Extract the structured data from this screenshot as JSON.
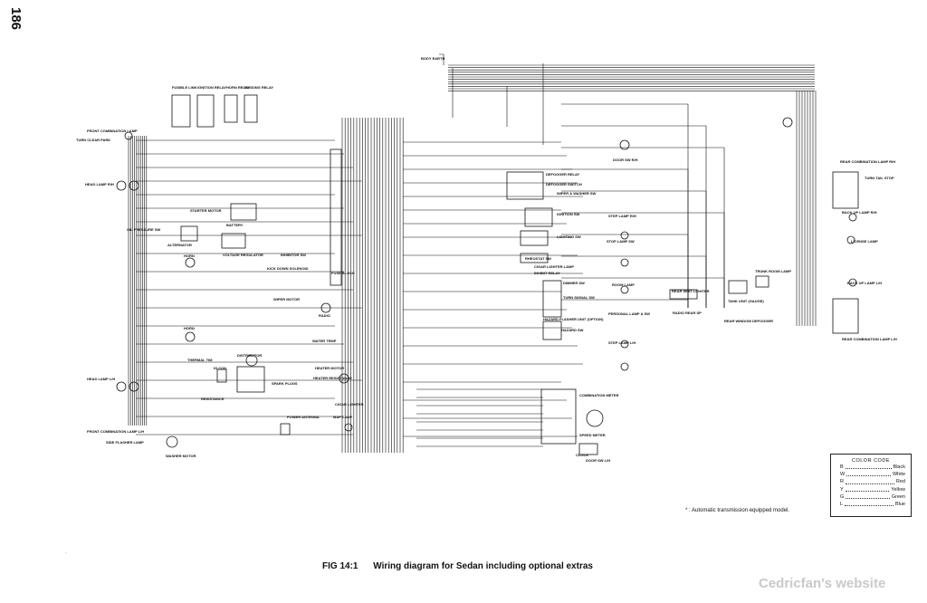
{
  "page_number": "186",
  "caption": {
    "figure": "FIG 14:1",
    "title": "Wiring diagram for Sedan including optional extras"
  },
  "footnote": "* : Automatic transmission equipped model.",
  "color_code": {
    "title": "COLOR CODE",
    "entries": [
      {
        "code": "B",
        "color": "Black"
      },
      {
        "code": "W",
        "color": "White"
      },
      {
        "code": "R",
        "color": "Red"
      },
      {
        "code": "Y",
        "color": "Yellow"
      },
      {
        "code": "G",
        "color": "Green"
      },
      {
        "code": "L",
        "color": "Blue"
      }
    ]
  },
  "watermark": "Cedricfan's website",
  "component_labels": {
    "front_combination_lamp": "FRONT COMBINATION LAMP",
    "turn_clear_park": "TURN CLEAR PARK",
    "head_lamp_rh": "HEAD LAMP R/H",
    "fusible_link": "FUSIBLE LINK",
    "ignition_relay": "IGNITION RELAY",
    "horn_relay": "HORN RELAY",
    "passing_relay": "PASSING RELAY",
    "battery": "BATTERY",
    "alternator": "ALTERNATOR",
    "voltage_regulator": "VOLTAGE REGULATOR",
    "inhibitor_sw": "INHIBITOR SW",
    "kick_down_solenoid": "KICK DOWN SOLENOID",
    "horn_top": "HORN",
    "horn_bottom": "HORN",
    "thermal_tim": "THERMAL TIM",
    "distributor": "DISTRIBUTOR",
    "ig_coil": "IG COIL",
    "spark_plugs": "SPARK PLUGS",
    "resistance": "RESISTANCE",
    "head_lamp_lh": "HEAD LAMP L/H",
    "front_combination_lamp_lh": "FRONT COMBINATION LAMP L/H",
    "side_flasher_lamp": "SIDE FLASHER LAMP",
    "washer_motor": "WASHER MOTOR",
    "fuse_block": "FUSE BLOCK",
    "defogger_relay": "DEFOGGER RELAY",
    "defogger_switch": "DEFOGGER SWITCH",
    "wiper_and_washer_sw": "WIPER & WASHER SW",
    "ignition_sw": "IGNITION SW",
    "lighting_sw": "LIGHTING SW",
    "rheostat_sw": "RHEOSTAT SW",
    "cigar_lighter_lamp": "CIGAR LIGHTER LAMP",
    "inhibit_relay": "INHIBIT RELAY",
    "dimmer_sw": "DIMMER SW",
    "turn_signal_sw": "TURN SIGNAL SW",
    "hazard_flasher_unit": "HAZARD FLASHER UNIT (OPTION)",
    "hazard_sw": "HAZARD SW",
    "combination_meter": "COMBINATION METER",
    "speed meter": "SPEED METER",
    "clock": "CLOCK",
    "cigar_lighter": "CIGAR LIGHTER",
    "map_lamp": "MAP LAMP",
    "heater_motor": "HEATER MOTOR",
    "heater_resistance": "HEATER RESISTANCE",
    "radio": "RADIO",
    "power_antenna": "POWER ANTENNA",
    "door_sw_lh": "DOOR SW L/H",
    "door_sw_rh": "DOOR SW R/H",
    "step_lamp_rh": "STEP LAMP R/H",
    "step_lamp_lh": "STEP LAMP L/H",
    "personal_lamp": "PERSONAL LAMP & SW",
    "room_lamp": "ROOM LAMP",
    "rear_seat_lighter": "REAR SEAT LIGHTER",
    "radio_rear_sp": "RADIO REAR SP",
    "rear_window_defogger": "REAR WINDOW DEFOGGER",
    "trunk_room_lamp": "TRUNK ROOM LAMP",
    "tank_unit": "TANK UNIT (GAUGE)",
    "rear_combination_lamp_rh": "REAR COMBINATION LAMP R/H",
    "rear_combination_lamp_lh": "REAR COMBINATION LAMP L/H",
    "license_lamp": "LICENSE LAMP",
    "back_up_lamp_rh": "BACK UP LAMP R/H",
    "back_up_lamp_lh": "BACK UP LAMP L/H",
    "body_earth": "BODY EARTH",
    "stop_lamp_sw": "STOP LAMP SW",
    "wiper_motor": "WIPER MOTOR",
    "starter_motor": "STARTER MOTOR",
    "oil_pressure_sw": "OIL PRESSURE SW",
    "water_temp": "WATER TEMP",
    "turn_tail_stop": "TURN TAIL STOP"
  }
}
